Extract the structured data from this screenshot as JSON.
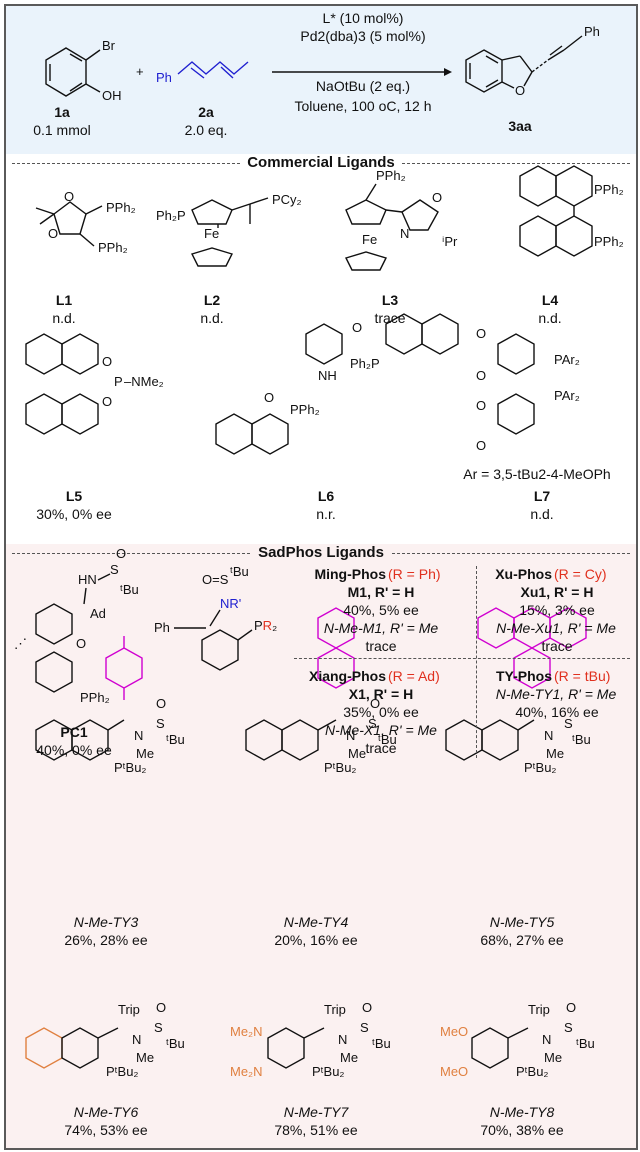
{
  "reaction": {
    "cond1": "L* (10 mol%)",
    "cond2": "Pd2(dba)3 (5 mol%)",
    "cond3": "NaOtBu (2 eq.)",
    "cond4": "Toluene, 100 oC, 12 h",
    "sub1_id": "1a",
    "sub1_amt": "0.1 mmol",
    "sub2_id": "2a",
    "sub2_amt": "2.0 eq.",
    "prod_id": "3aa",
    "br": "Br",
    "oh": "OH",
    "ph": "Ph",
    "plus": "+"
  },
  "commercial": {
    "title": "Commercial Ligands",
    "ligands": [
      {
        "id": "L1",
        "result": "n.d."
      },
      {
        "id": "L2",
        "result": "n.d."
      },
      {
        "id": "L3",
        "result": "trace"
      },
      {
        "id": "L4",
        "result": "n.d."
      },
      {
        "id": "L5",
        "result": "30%, 0% ee"
      },
      {
        "id": "L6",
        "result": "n.r."
      },
      {
        "id": "L7",
        "result": "n.d."
      }
    ],
    "l7_ar": "Ar = 3,5-tBu2-4-MeOPh"
  },
  "sadphos": {
    "title": "SadPhos Ligands",
    "pc1": {
      "id": "PC1",
      "result": "40%, 0% ee"
    },
    "ming": {
      "name": "Ming-Phos",
      "r": "(R = Ph)",
      "l1": "M1, R' = H",
      "r1": "40%, 5% ee",
      "l2": "N-Me-M1, R' = Me",
      "r2": "trace"
    },
    "xu": {
      "name": "Xu-Phos",
      "r": "(R = Cy)",
      "l1": "Xu1, R' = H",
      "r1": "15%, 3% ee",
      "l2": "N-Me-Xu1, R' = Me",
      "r2": "trace"
    },
    "xiang": {
      "name": "Xiang-Phos",
      "r": "(R = Ad)",
      "l1": "X1, R' = H",
      "r1": "35%, 0% ee",
      "l2": "N-Me-X1, R' = Me",
      "r2": "trace"
    },
    "ty": {
      "name": "TY-Phos",
      "r": "(R = tBu)",
      "l1": "N-Me-TY1, R' = Me",
      "r1": "40%, 16% ee"
    },
    "ty_ligands": [
      {
        "id": "N-Me-TY3",
        "result": "26%, 28% ee"
      },
      {
        "id": "N-Me-TY4",
        "result": "20%, 16% ee"
      },
      {
        "id": "N-Me-TY5",
        "result": "68%, 27% ee"
      },
      {
        "id": "N-Me-TY6",
        "result": "74%, 53% ee"
      },
      {
        "id": "N-Me-TY7",
        "result": "78%, 51% ee"
      },
      {
        "id": "N-Me-TY8",
        "result": "70%, 38% ee"
      }
    ]
  },
  "colors": {
    "red": "#e0301e",
    "blue": "#2020d0",
    "magenta": "#d000d0",
    "orange": "#e08040",
    "panel_blue": "#eaf3fb",
    "panel_pink": "#fbf1f1"
  }
}
